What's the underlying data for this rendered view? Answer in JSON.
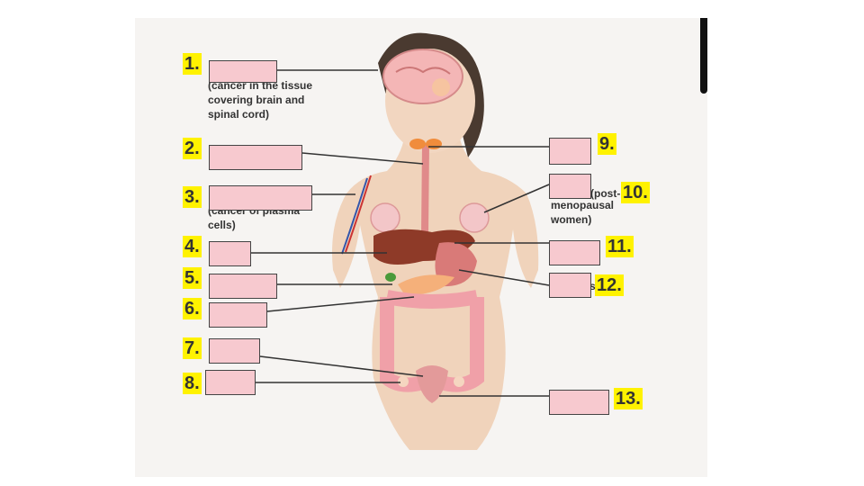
{
  "numbers": [
    "1.",
    "2.",
    "3.",
    "4.",
    "5.",
    "6.",
    "7.",
    "8.",
    "9.",
    "10.",
    "11.",
    "12.",
    "13."
  ],
  "notes": {
    "n1": [
      "(cancer in the tissue",
      "covering brain and",
      "spinal cord)"
    ],
    "n3": [
      "(cancer of plasma",
      "cells)"
    ],
    "n10a": "(post-",
    "n10": [
      "menopausal",
      "women)"
    ],
    "n12": "s"
  },
  "colors": {
    "label_highlight": "#fff200",
    "answer_box": "#f7c9cf",
    "skin": "#f0d3bb",
    "organ": "#e0707a"
  }
}
